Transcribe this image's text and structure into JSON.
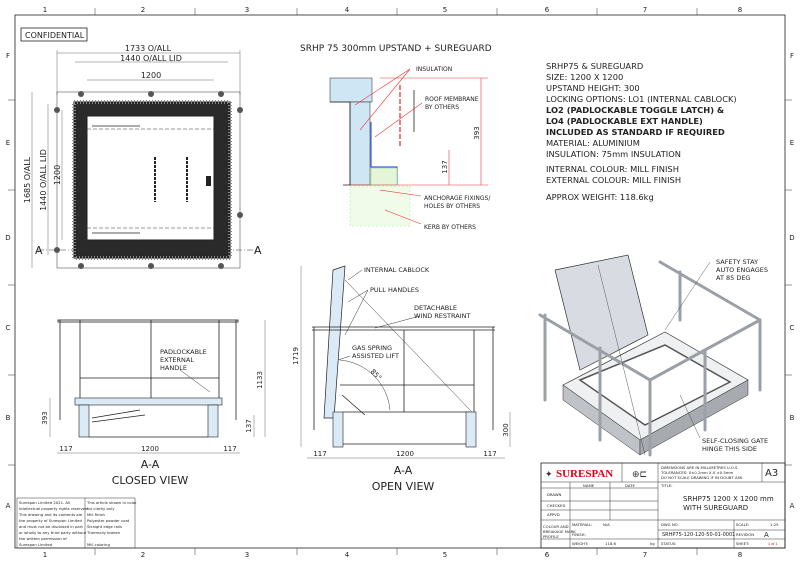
{
  "sheet": {
    "columns": [
      "1",
      "2",
      "3",
      "4",
      "5",
      "6",
      "7",
      "8"
    ],
    "rows": [
      "F",
      "E",
      "D",
      "C",
      "B",
      "A"
    ],
    "confidential": "CONFIDENTIAL"
  },
  "plan_view": {
    "dim_overall_width": "1733 O/ALL",
    "dim_lid_width": "1440 O/ALL LID",
    "dim_opening_width": "1200",
    "dim_overall_depth": "1685 O/ALL",
    "dim_lid_depth": "1440 O/ALL LID",
    "dim_opening_depth": "1200",
    "section_marker": "A"
  },
  "detail": {
    "title": "SRHP 75 300mm UPSTAND + SUREGUARD",
    "label_insulation": "INSULATION",
    "label_roof_membrane": [
      "ROOF MEMBRANE",
      "BY OTHERS"
    ],
    "label_anchorage": [
      "ANCHORAGE FIXINGS/",
      "HOLES BY OTHERS"
    ],
    "label_kerb": "KERB BY OTHERS",
    "dim_393": "393",
    "dim_137": "137"
  },
  "spec": {
    "lines": [
      "SRHP75 & SUREGUARD",
      "SIZE: 1200 X 1200",
      "UPSTAND HEIGHT: 300",
      "LOCKING OPTIONS: LO1 (INTERNAL CABLOCK)"
    ],
    "bold_lines": [
      "LO2 (PADLOCKABLE TOGGLE LATCH) &",
      "LO4 (PADLOCKABLE EXT HANDLE)",
      "INCLUDED AS STANDARD IF REQUIRED"
    ],
    "lines2": [
      "MATERIAL: ALUMINIUM",
      "INSULATION: 75mm INSULATION"
    ],
    "colours": [
      "INTERNAL COLOUR: MILL FINISH",
      "EXTERNAL COLOUR: MILL FINISH"
    ],
    "weight": "APPROX WEIGHT: 118.6kg"
  },
  "closed_view": {
    "label_handle": [
      "PADLOCKABLE",
      "EXTERNAL",
      "HANDLE"
    ],
    "dim_height": "1133",
    "dim_393": "393",
    "dim_137": "137",
    "dim_left": "117",
    "dim_mid": "1200",
    "dim_right": "117",
    "title1": "A-A",
    "title2": "CLOSED VIEW"
  },
  "open_view": {
    "label_cablock": "INTERNAL CABLOCK",
    "label_pull": "PULL HANDLES",
    "label_restraint": [
      "DETACHABLE",
      "WIND RESTRAINT"
    ],
    "label_gas": [
      "GAS SPRING",
      "ASSISTED LIFT"
    ],
    "angle": "85°",
    "dim_height": "1719",
    "dim_300": "300",
    "dim_left": "117",
    "dim_mid": "1200",
    "dim_right": "117",
    "title1": "A-A",
    "title2": "OPEN VIEW"
  },
  "iso_view": {
    "label_stay": [
      "SAFETY STAY",
      "AUTO ENGAGES",
      "AT 85 DEG"
    ],
    "label_gate": [
      "SELF-CLOSING GATE",
      "HINGE THIS SIDE"
    ]
  },
  "notes": {
    "copyright": [
      "Surespan Limited 2021. All",
      "intellectual property rights reserved.",
      "This drawing and its contents are",
      "the property of Surespan Limited",
      "and must not be disclosed in part",
      "or wholly to any third party without",
      "the written permission of",
      "Surespan Limited"
    ],
    "finish": [
      "This article shown in color",
      "for clarity only",
      "Mill finish",
      "Polyester powder coat",
      "Straight edge rails",
      "Thermally broken",
      "Mill coloring"
    ]
  },
  "title_block": {
    "brand": "SURESPAN",
    "brand_color": "#e0001a",
    "general_notes": [
      "DIMENSIONS ARE IN MILLIMETRES U.O.S",
      "TOLERANCES: 0±0.2mm  X.X ±0.5mm",
      "DO NOT SCALE DRAWING    IF IN DOUBT ASK"
    ],
    "size": "A3",
    "col_name": "NAME",
    "col_date": "DATE",
    "row_drawn": "DRAWN",
    "row_checked": "CHECKED",
    "row_approved": "APPVD",
    "title_label": "TITLE:",
    "title": [
      "SRHP75 1200 X 1200 mm",
      "WITH SUREGUARD"
    ],
    "colour_label": [
      "COLOUR AND",
      "BREAKAGE MARK",
      "PROFILE"
    ],
    "material_label": "MATERIAL:",
    "material_value": "N/A",
    "finish_label": "FINISH:",
    "weight_label": "WEIGHT:",
    "weight_value": "118.6",
    "weight_unit": "kg",
    "dwg_label": "DWG NO.",
    "dwg_no": "SRHP75-120-120-50-01-0001",
    "status_label": "STATUS:",
    "scale_label": "SCALE:",
    "scale_value": "1:25",
    "revision_label": "REVISION",
    "revision_value": "A",
    "sheet_label": "SHEET:",
    "sheet_value": "1 of 1"
  }
}
